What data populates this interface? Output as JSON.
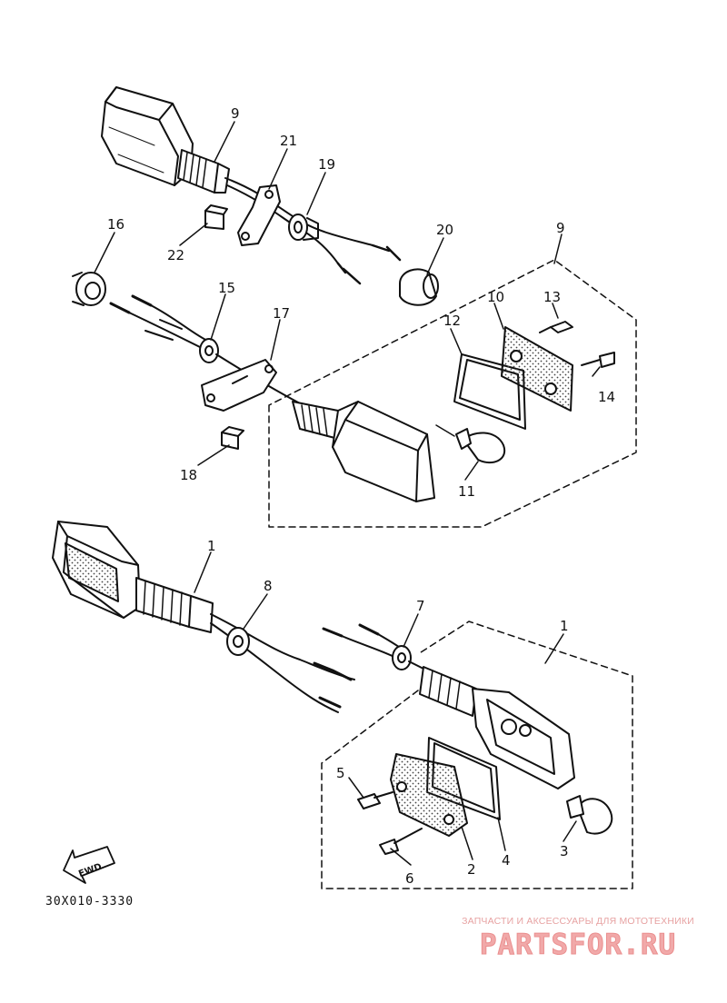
{
  "callouts": {
    "c1_top": "1",
    "c1_right": "1",
    "c2": "2",
    "c3": "3",
    "c4": "4",
    "c5": "5",
    "c6": "6",
    "c7": "7",
    "c8": "8",
    "c9_top": "9",
    "c9_right": "9",
    "c10": "10",
    "c11": "11",
    "c12": "12",
    "c13": "13",
    "c14": "14",
    "c15": "15",
    "c16": "16",
    "c17": "17",
    "c18": "18",
    "c19": "19",
    "c20": "20",
    "c21": "21",
    "c22": "22"
  },
  "direction_label": "FWD",
  "part_number": "30X010-3330",
  "watermark": {
    "caption": "ЗАПЧАСТИ И АКСЕССУАРЫ ДЛЯ МОТОТЕХНИКИ",
    "logo": "PARTSFOR.RU"
  }
}
